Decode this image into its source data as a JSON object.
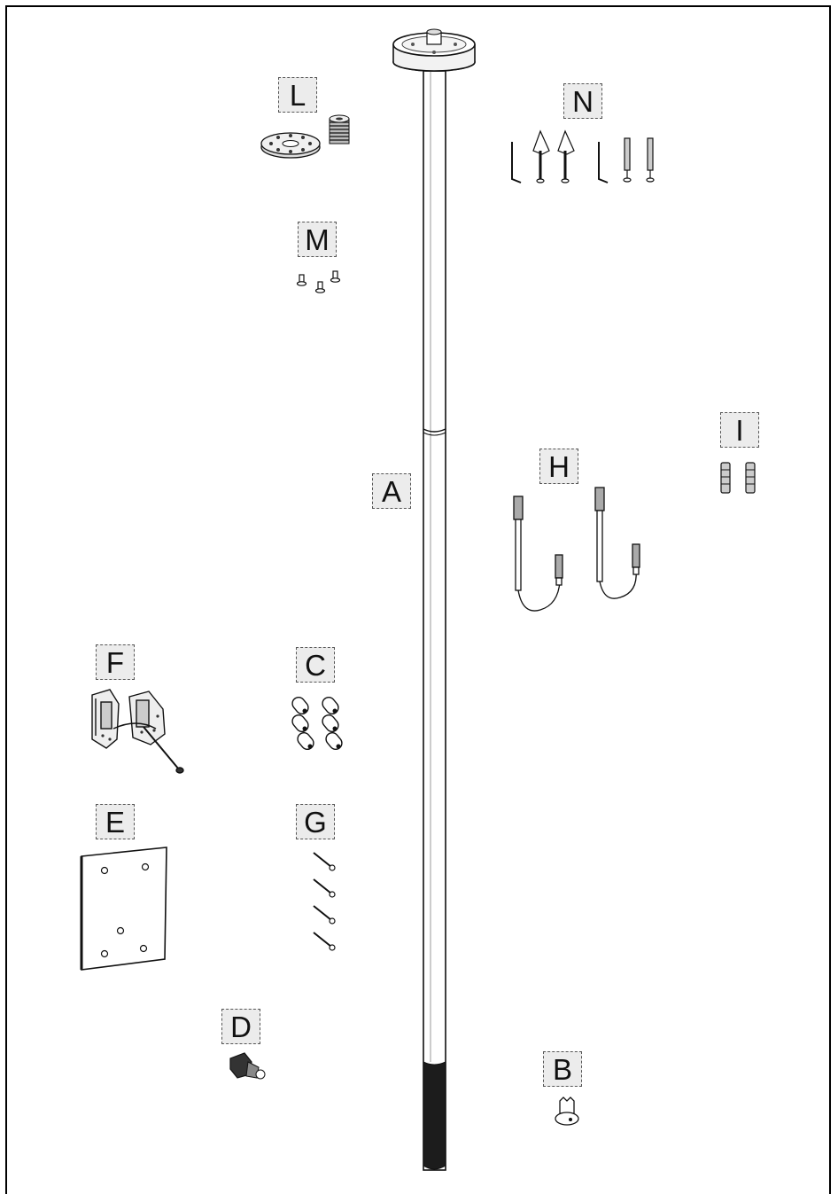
{
  "labels": {
    "L": "L",
    "N": "N",
    "M": "M",
    "I": "I",
    "H": "H",
    "A": "A",
    "F": "F",
    "C": "C",
    "E": "E",
    "G": "G",
    "D": "D",
    "B": "B"
  }
}
